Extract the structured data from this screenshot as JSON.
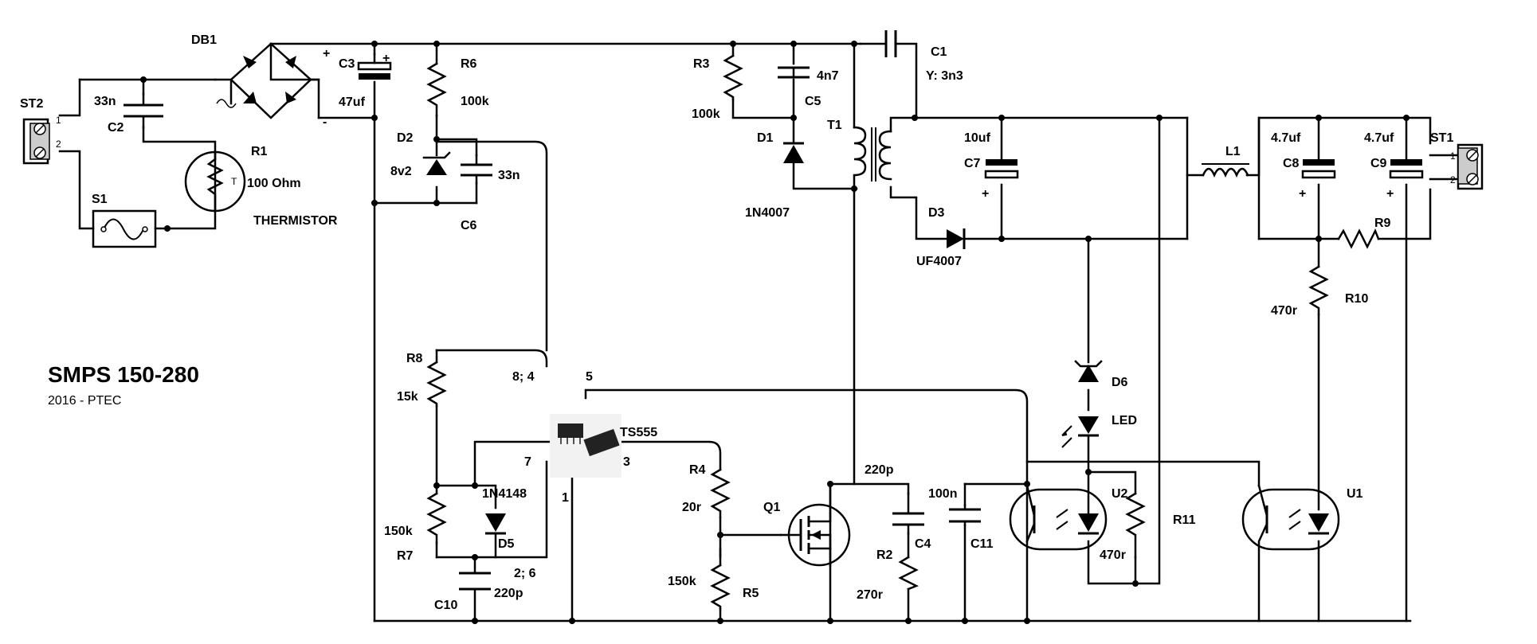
{
  "title": "SMPS 150-280",
  "subtitle": "2016 - PTEC",
  "labels": {
    "st2": "ST2",
    "st2_pin1": "1",
    "st2_pin2": "2",
    "db1": "DB1",
    "db1_plus": "+",
    "db1_minus": "-",
    "c2_val": "33n",
    "c2": "C2",
    "c3": "C3",
    "c3_val": "47uf",
    "r6": "R6",
    "r6_val": "100k",
    "d2": "D2",
    "d2_val": "8v2",
    "c6_val": "33n",
    "c6": "C6",
    "r1": "R1",
    "r1_val": "100 Ohm",
    "r1_type": "THERMISTOR",
    "r1_mark": "T",
    "s1": "S1",
    "r3": "R3",
    "r3_val": "100k",
    "c5_val": "4n7",
    "c5": "C5",
    "d1": "D1",
    "d1_val": "1N4007",
    "c1": "C1",
    "c1_val": "Y: 3n3",
    "t1": "T1",
    "c7_val": "10uf",
    "c7": "C7",
    "d3": "D3",
    "d3_val": "UF4007",
    "l1": "L1",
    "c8_val": "4.7uf",
    "c8": "C8",
    "c9_val": "4.7uf",
    "c9": "C9",
    "st1": "ST1",
    "st1_pin1": "1",
    "st1_pin2": "2",
    "r9": "R9",
    "r10": "R10",
    "r10_val": "470r",
    "r8": "R8",
    "r8_val": "15k",
    "pin84": "8; 4",
    "pin5": "5",
    "pin7": "7",
    "pin3": "3",
    "pin1": "1",
    "pin26": "2; 6",
    "ic": "TS555",
    "d5_val": "1N4148",
    "d5": "D5",
    "r7_val": "150k",
    "r7": "R7",
    "c10": "C10",
    "c10_val": "220p",
    "r4": "R4",
    "r4_val": "20r",
    "r5_val": "150k",
    "r5": "R5",
    "q1": "Q1",
    "c4_val": "220p",
    "c4": "C4",
    "r2": "R2",
    "r2_val": "270r",
    "c11_val": "100n",
    "c11": "C11",
    "d6": "D6",
    "led": "LED",
    "u2": "U2",
    "u2_val": "470r",
    "r11": "R11",
    "u1": "U1"
  }
}
